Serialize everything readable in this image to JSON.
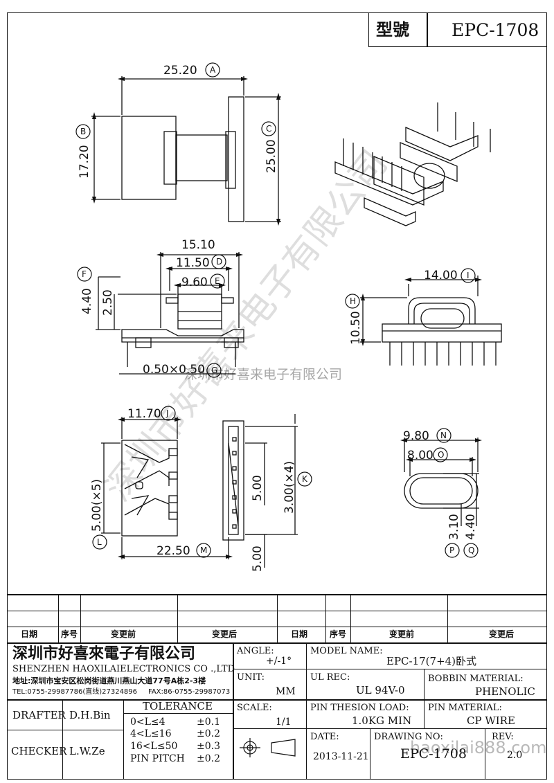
{
  "model_box": {
    "label": "型號",
    "value": "EPC-1708"
  },
  "dims": {
    "A": "25.20",
    "B": "17.20",
    "C": "25.00",
    "top_w": "15.10",
    "D": "11.50",
    "E": "9.60",
    "F": "4.40",
    "F_inner": "2.50",
    "G": "0.50×0.50",
    "I": "14.00",
    "H": "10.50",
    "J": "11.70",
    "L": "5.00(×5)",
    "M": "22.50",
    "K": "3.00(×4)",
    "K_inner": "5.00",
    "bottom": "5.00",
    "N": "9.80",
    "O": "8.00",
    "P": "3.10",
    "Q": "4.40"
  },
  "circle_labels": [
    "A",
    "B",
    "C",
    "D",
    "E",
    "F",
    "G",
    "H",
    "I",
    "J",
    "K",
    "L",
    "M",
    "N",
    "O",
    "P",
    "Q"
  ],
  "watermark_diag": "深圳市好喜来电子有限公司",
  "watermark_line": "深圳市好喜来电子有限公司",
  "watermark_url": "haoxilai888.com",
  "revision_header": [
    "日期",
    "序号",
    "变更前",
    "变更后",
    "日期",
    "序号",
    "变更前",
    "变更后"
  ],
  "company": {
    "cn": "深圳市好喜來電子有限公司",
    "en": "SHENZHEN HAOXILAIELECTRONICS CO .,LTD",
    "address": "地址:深圳市宝安区松岗街道燕川燕山大道77号A栋2-3楼",
    "tel": "TEL:0755-29987786(直线)27324896",
    "fax": "FAX:86-0755-29987073"
  },
  "angle": {
    "label": "ANGLE:",
    "value": "+/-1°"
  },
  "model_name": {
    "label": "MODEL NAME:",
    "value": "EPC-17(7+4)卧式"
  },
  "unit": {
    "label": "UNIT:",
    "value": "MM"
  },
  "ul_rec": {
    "label": "UL REC:",
    "value": "UL 94V-0"
  },
  "bobbin_material": {
    "label": "BOBBIN MATERIAL:",
    "value": "PHENOLIC"
  },
  "scale": {
    "label": "SCALE:",
    "value": "1/1"
  },
  "pin_load": {
    "label": "PIN THESION LOAD:",
    "value": "1.0KG MIN"
  },
  "pin_material": {
    "label": "PIN MATERIAL:",
    "value": "CP  WIRE"
  },
  "drafter": {
    "label": "DRAFTER",
    "value": "D.H.Bin"
  },
  "checker": {
    "label": "CHECKER",
    "value": "L.W.Ze"
  },
  "tolerance": {
    "title": "TOLERANCE",
    "rows": [
      {
        "range": "0<L≤4",
        "tol": "±0.1"
      },
      {
        "range": "4<L≤16",
        "tol": "±0.2"
      },
      {
        "range": "16<L≤50",
        "tol": "±0.3"
      },
      {
        "range": "PIN PITCH",
        "tol": "±0.2"
      }
    ]
  },
  "date": {
    "label": "DATE:",
    "value": "2013-11-21"
  },
  "drawing_no": {
    "label": "DRAWING NO:",
    "value": "EPC-1708"
  },
  "rev": {
    "label": "REV:",
    "value": "2.0"
  }
}
